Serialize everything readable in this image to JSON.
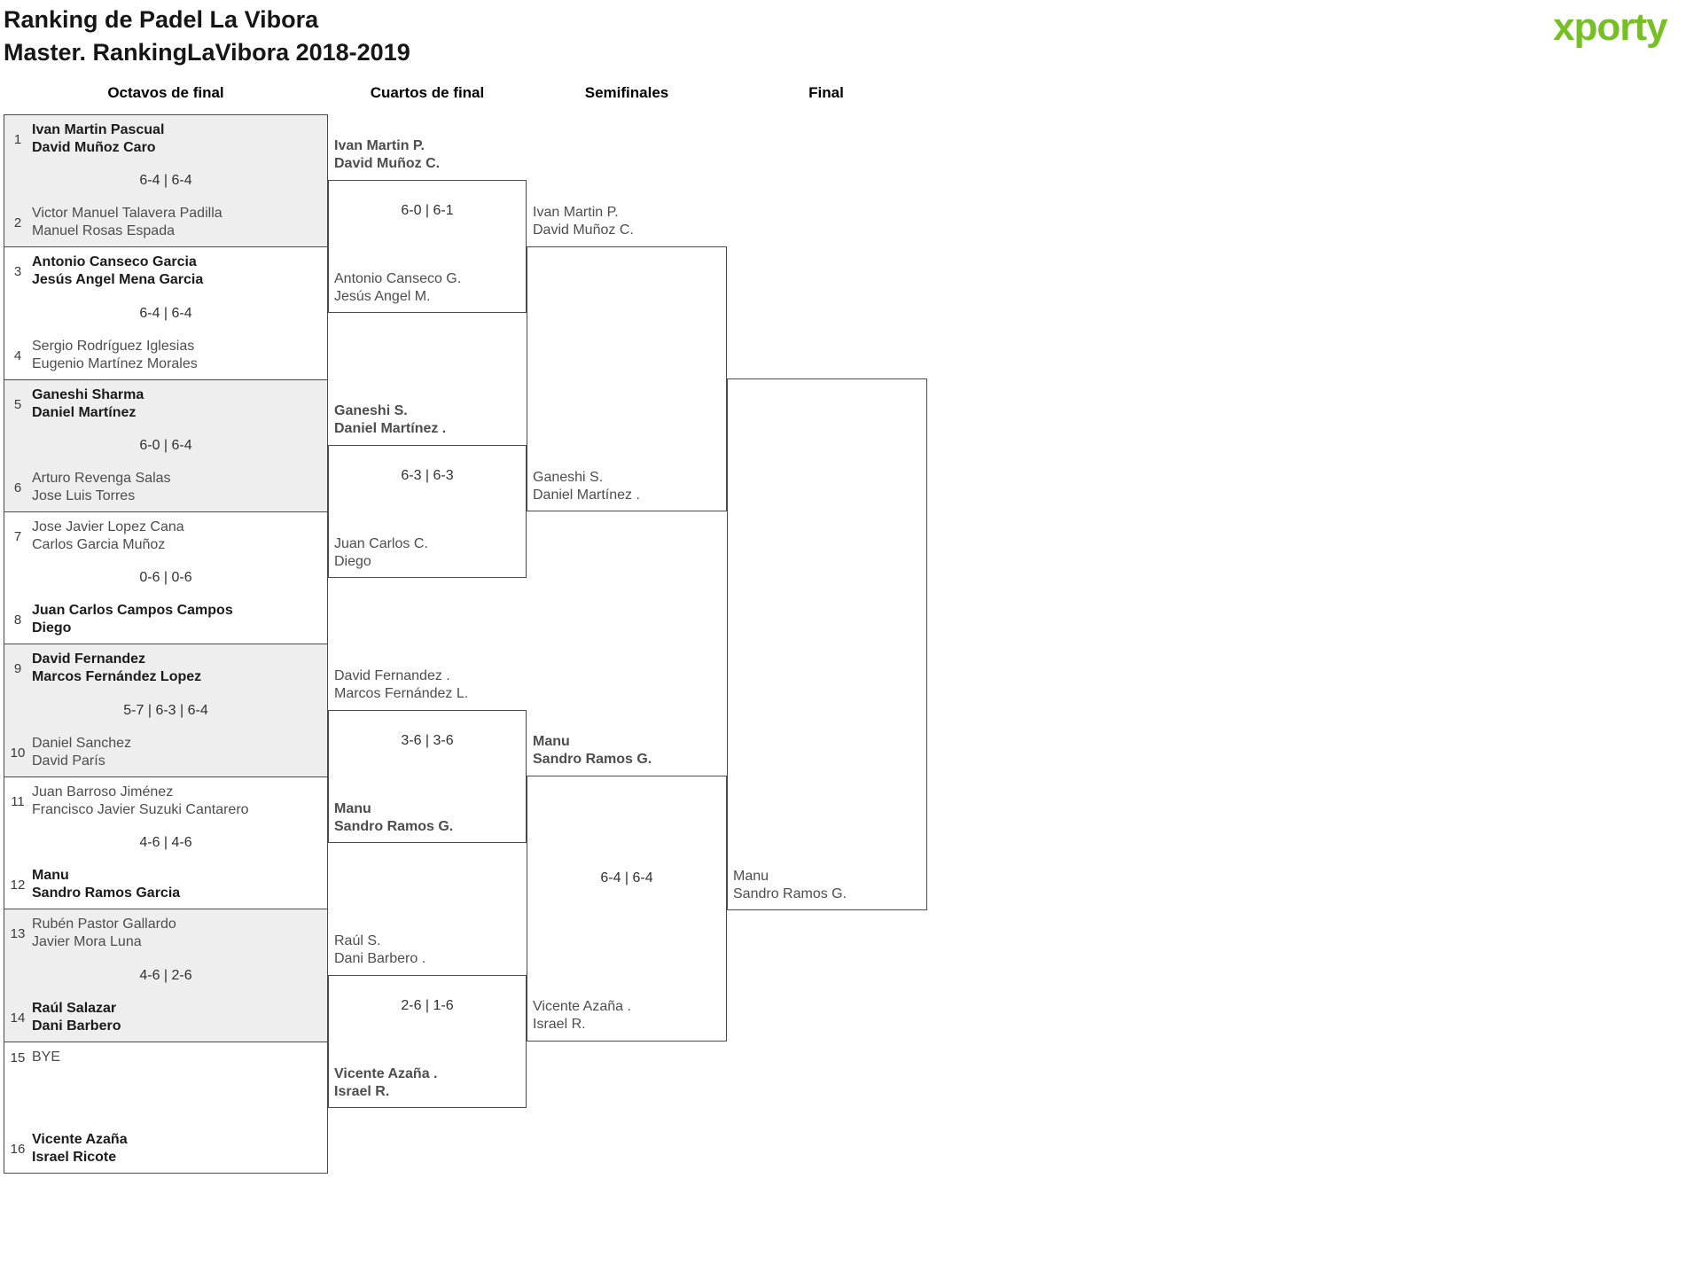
{
  "title": {
    "line1": "Ranking de Padel La Vibora",
    "line2": "Master. RankingLaVibora 2018-2019"
  },
  "logo": {
    "text": "xporty",
    "colors": {
      "green": "#76c023",
      "blue": "#29a3dd",
      "orange": "#ed7a1c"
    }
  },
  "rounds": [
    {
      "label": "Octavos de final"
    },
    {
      "label": "Cuartos de final"
    },
    {
      "label": "Semifinales"
    },
    {
      "label": "Final"
    }
  ],
  "bracket": {
    "r16": [
      {
        "t": {
          "seed": "1",
          "p1": "Ivan Martin Pascual",
          "p2": "David Muñoz Caro",
          "w": true
        },
        "score": "6-4 | 6-4",
        "b": {
          "seed": "2",
          "p1": "Victor Manuel Talavera Padilla",
          "p2": "Manuel Rosas Espada",
          "w": false
        }
      },
      {
        "t": {
          "seed": "3",
          "p1": "Antonio Canseco Garcia",
          "p2": "Jesús Angel Mena Garcia",
          "w": true
        },
        "score": "6-4 | 6-4",
        "b": {
          "seed": "4",
          "p1": "Sergio Rodríguez Iglesias",
          "p2": "Eugenio Martínez Morales",
          "w": false
        }
      },
      {
        "t": {
          "seed": "5",
          "p1": "Ganeshi Sharma",
          "p2": "Daniel Martínez",
          "w": true
        },
        "score": "6-0 | 6-4",
        "b": {
          "seed": "6",
          "p1": "Arturo Revenga Salas",
          "p2": "Jose Luis Torres",
          "w": false
        }
      },
      {
        "t": {
          "seed": "7",
          "p1": "Jose Javier Lopez Cana",
          "p2": "Carlos Garcia Muñoz",
          "w": false
        },
        "score": "0-6 | 0-6",
        "b": {
          "seed": "8",
          "p1": "Juan Carlos Campos Campos",
          "p2": "Diego",
          "w": true
        }
      },
      {
        "t": {
          "seed": "9",
          "p1": "David Fernandez",
          "p2": "Marcos Fernández Lopez",
          "w": true
        },
        "score": "5-7 | 6-3 | 6-4",
        "b": {
          "seed": "10",
          "p1": "Daniel Sanchez",
          "p2": "David París",
          "w": false
        }
      },
      {
        "t": {
          "seed": "11",
          "p1": "Juan Barroso Jiménez",
          "p2": "Francisco Javier Suzuki Cantarero",
          "w": false
        },
        "score": "4-6 | 4-6",
        "b": {
          "seed": "12",
          "p1": "Manu",
          "p2": "Sandro Ramos Garcia",
          "w": true
        }
      },
      {
        "t": {
          "seed": "13",
          "p1": "Rubén Pastor Gallardo",
          "p2": "Javier Mora Luna",
          "w": false
        },
        "score": "4-6 | 2-6",
        "b": {
          "seed": "14",
          "p1": "Raúl Salazar",
          "p2": "Dani Barbero",
          "w": true
        }
      },
      {
        "t": {
          "seed": "15",
          "p1": "BYE",
          "p2": "",
          "w": false
        },
        "score": "",
        "b": {
          "seed": "16",
          "p1": "Vicente Azaña",
          "p2": "Israel Ricote",
          "w": true
        }
      }
    ],
    "qf": [
      {
        "t": {
          "p1": "Ivan Martin P.",
          "p2": "David Muñoz C.",
          "w": true
        },
        "score": "6-0 | 6-1",
        "b": {
          "p1": "Antonio Canseco G.",
          "p2": "Jesús Angel M.",
          "w": false
        }
      },
      {
        "t": {
          "p1": "Ganeshi S.",
          "p2": "Daniel Martínez .",
          "w": true
        },
        "score": "6-3 | 6-3",
        "b": {
          "p1": "Juan Carlos C.",
          "p2": "Diego",
          "w": false
        }
      },
      {
        "t": {
          "p1": "David Fernandez .",
          "p2": "Marcos Fernández L.",
          "w": false
        },
        "score": "3-6 | 3-6",
        "b": {
          "p1": "Manu",
          "p2": "Sandro Ramos G.",
          "w": true
        }
      },
      {
        "t": {
          "p1": "Raúl S.",
          "p2": "Dani Barbero .",
          "w": false
        },
        "score": "2-6 | 1-6",
        "b": {
          "p1": "Vicente Azaña .",
          "p2": "Israel R.",
          "w": true
        }
      }
    ],
    "sf": [
      {
        "t": {
          "p1": "Ivan Martin P.",
          "p2": "David Muñoz C.",
          "w": false
        },
        "score": "",
        "b": {
          "p1": "Ganeshi S.",
          "p2": "Daniel Martínez .",
          "w": false
        }
      },
      {
        "t": {
          "p1": "Manu",
          "p2": "Sandro Ramos G.",
          "w": true
        },
        "score": "6-4 | 6-4",
        "b": {
          "p1": "Vicente Azaña .",
          "p2": "Israel R.",
          "w": false
        }
      }
    ],
    "final": {
      "b": {
        "p1": "Manu",
        "p2": "Sandro Ramos G.",
        "w": false
      }
    }
  }
}
